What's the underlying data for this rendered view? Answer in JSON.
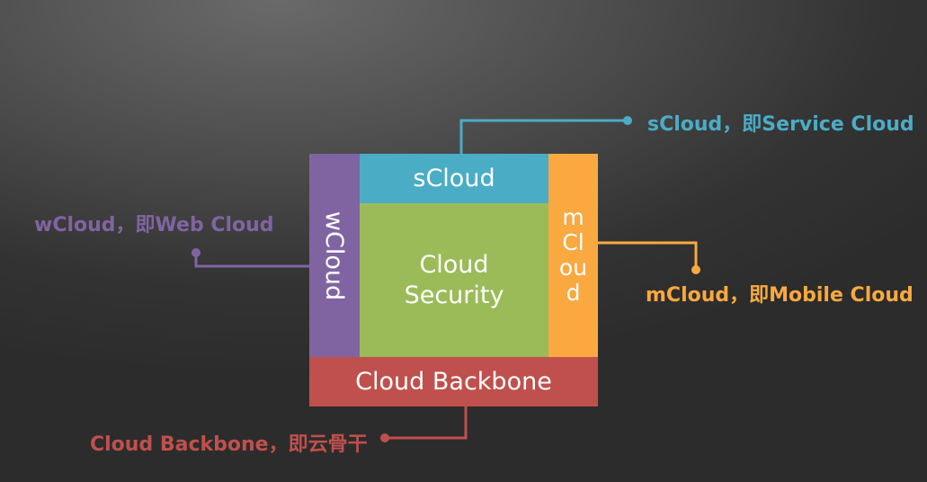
{
  "blocks": {
    "wcloud": "wCloud",
    "scloud": "sCloud",
    "security_line1": "Cloud",
    "security_line2": "Security",
    "mcloud_lines": [
      "m",
      "Cl",
      "ou",
      "d"
    ],
    "backbone": "Cloud Backbone"
  },
  "callouts": {
    "scloud": "sCloud，即Service Cloud",
    "wcloud": "wCloud，即Web Cloud",
    "mcloud": "mCloud，即Mobile Cloud",
    "backbone": "Cloud Backbone，即云骨干"
  },
  "colors": {
    "wcloud": "#8064a2",
    "scloud": "#4bacc6",
    "security": "#9bbb59",
    "mcloud": "#f9a940",
    "backbone": "#c0504d"
  }
}
